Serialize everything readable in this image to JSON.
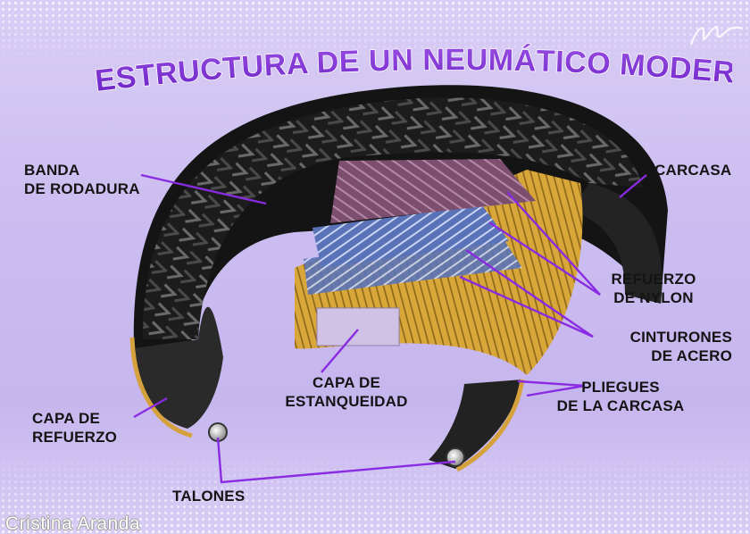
{
  "title": "ESTRUCTURA DE UN NEUMÁTICO MODERNO",
  "labels": {
    "banda": [
      "BANDA",
      "DE RODADURA"
    ],
    "carcasa": [
      "CARCASA"
    ],
    "refuerzo_nylon": [
      "REFUERZO",
      "DE NYLON"
    ],
    "cinturones": [
      "CINTURONES",
      "DE ACERO"
    ],
    "pliegues": [
      "PLIEGUES",
      "DE LA CARCASA"
    ],
    "capa_estanqueidad": [
      "CAPA DE",
      "ESTANQUEIDAD"
    ],
    "capa_refuerzo": [
      "CAPA DE",
      "REFUERZO"
    ],
    "talones": [
      "TALONES"
    ]
  },
  "credit": "Cristina Aranda",
  "colors": {
    "background": "#c6b6ee",
    "title_fill": "#7a2ad6",
    "title_outline": "#ffffff",
    "leader_line": "#8a2be2",
    "label_text": "#141414",
    "rubber": "#1a1a1a",
    "nylon_layer": "#8a5a78",
    "steel_belt": "#6f86c8",
    "casing_ply": "#e2b347",
    "liner_patch": "#cfc2e4"
  }
}
